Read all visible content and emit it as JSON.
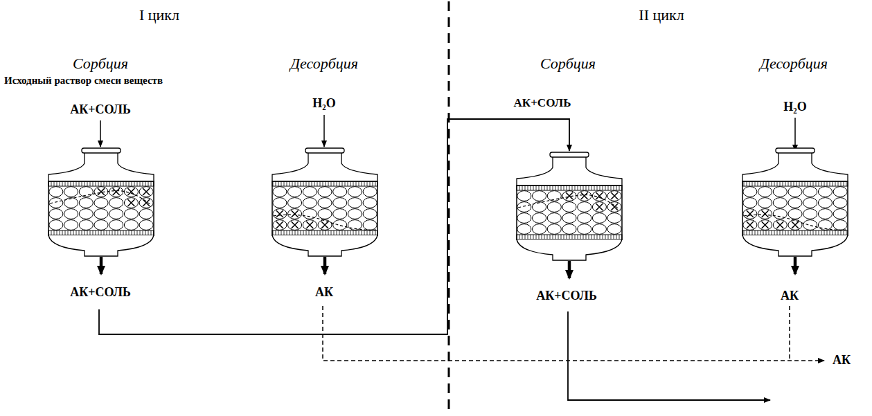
{
  "diagram": {
    "labels": [
      "I цикл",
      "II цикл",
      "Сорбция",
      "Десорбция",
      "Сорбция",
      "Десорбция",
      "Исходный раствор смеси веществ",
      "АК+СОЛЬ",
      "H₂O",
      "АК+СОЛЬ",
      "H₂O",
      "АК+СОЛЬ",
      "АК",
      "АК+СОЛЬ",
      "АК",
      "АК"
    ]
  }
}
